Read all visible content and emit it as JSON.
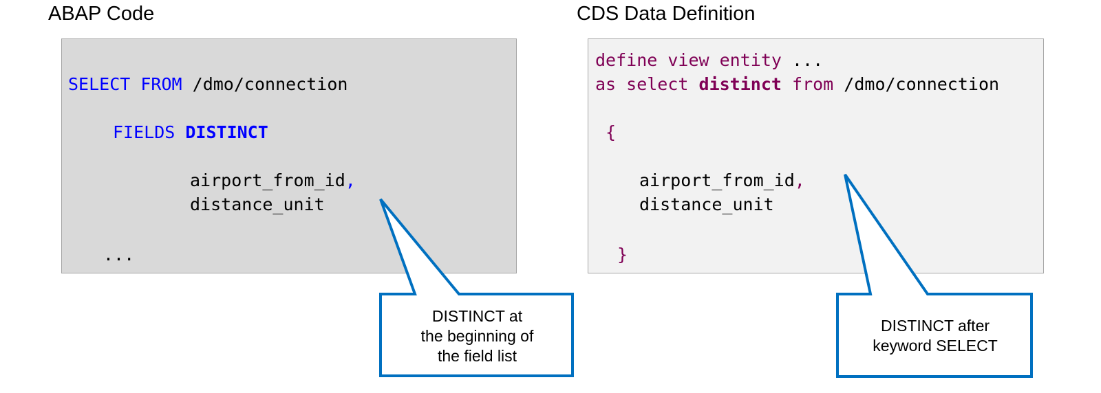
{
  "abap": {
    "heading": "ABAP Code",
    "select_kw": "SELECT",
    "from_kw": "FROM",
    "table": "/dmo/connection",
    "fields_kw": "FIELDS",
    "distinct_kw": "DISTINCT",
    "field1": "airport_from_id",
    "comma": ",",
    "field2": "distance_unit",
    "ellipsis": "...",
    "callout": [
      "DISTINCT at",
      "the beginning of",
      "the field list"
    ]
  },
  "cds": {
    "heading": "CDS Data Definition",
    "define_kw": "define view entity",
    "ellipsis": "...",
    "as_select_kw": "as select",
    "distinct_kw": "distinct",
    "from_kw": "from",
    "table": "/dmo/connection",
    "brace_open": "{",
    "field1": "airport_from_id",
    "comma": ",",
    "field2": "distance_unit",
    "brace_close": "}",
    "callout": [
      "DISTINCT after",
      "keyword SELECT"
    ]
  },
  "colors": {
    "abap_keyword": "#0000ff",
    "cds_keyword": "#7f0055",
    "callout_border": "#0070c0",
    "abap_background": "#d9d9d9",
    "cds_background": "#f2f2f2"
  }
}
